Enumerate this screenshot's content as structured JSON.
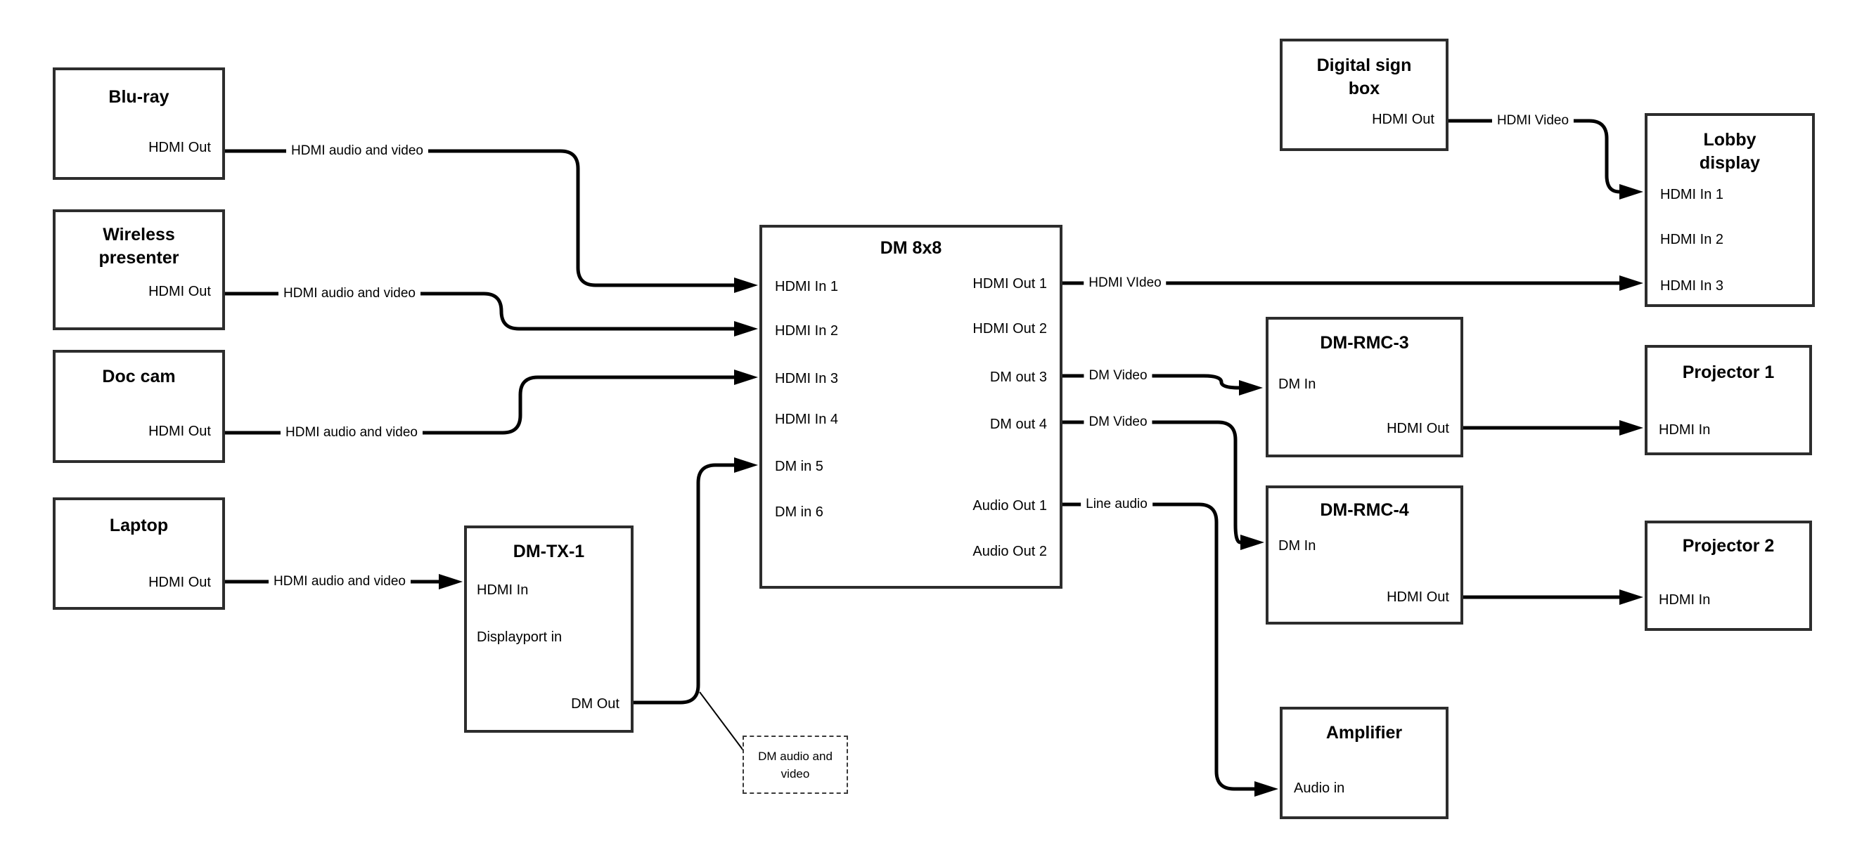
{
  "diagram": {
    "colors": {
      "line": "#000000",
      "box_border": "#2d2d2d",
      "background": "#ffffff"
    },
    "nodes": {
      "bluray": {
        "title": "Blu-ray",
        "ports": {
          "hdmi_out": "HDMI Out"
        }
      },
      "wireless": {
        "title": "Wireless\npresenter",
        "ports": {
          "hdmi_out": "HDMI Out"
        }
      },
      "doccam": {
        "title": "Doc cam",
        "ports": {
          "hdmi_out": "HDMI Out"
        }
      },
      "laptop": {
        "title": "Laptop",
        "ports": {
          "hdmi_out": "HDMI Out"
        }
      },
      "dmtx1": {
        "title": "DM-TX-1",
        "ports": {
          "hdmi_in": "HDMI In",
          "displayport_in": "Displayport in",
          "dm_out": "DM Out"
        }
      },
      "dm8x8": {
        "title": "DM 8x8",
        "ports": {
          "hdmi_in_1": "HDMI In 1",
          "hdmi_in_2": "HDMI In 2",
          "hdmi_in_3": "HDMI In 3",
          "hdmi_in_4": "HDMI In 4",
          "dm_in_5": "DM in 5",
          "dm_in_6": "DM in 6",
          "hdmi_out_1": "HDMI Out 1",
          "hdmi_out_2": "HDMI Out 2",
          "dm_out_3": "DM out 3",
          "dm_out_4": "DM out 4",
          "audio_out_1": "Audio Out 1",
          "audio_out_2": "Audio Out 2"
        }
      },
      "digitalsign": {
        "title": "Digital sign\nbox",
        "ports": {
          "hdmi_out": "HDMI Out"
        }
      },
      "lobby": {
        "title": "Lobby\ndisplay",
        "ports": {
          "hdmi_in_1": "HDMI In 1",
          "hdmi_in_2": "HDMI In 2",
          "hdmi_in_3": "HDMI In 3"
        }
      },
      "rmc3": {
        "title": "DM-RMC-3",
        "ports": {
          "dm_in": "DM In",
          "hdmi_out": "HDMI Out"
        }
      },
      "rmc4": {
        "title": "DM-RMC-4",
        "ports": {
          "dm_in": "DM In",
          "hdmi_out": "HDMI Out"
        }
      },
      "amplifier": {
        "title": "Amplifier",
        "ports": {
          "audio_in": "Audio in"
        }
      },
      "projector1": {
        "title": "Projector 1",
        "ports": {
          "hdmi_in": "HDMI In"
        }
      },
      "projector2": {
        "title": "Projector 2",
        "ports": {
          "hdmi_in": "HDMI In"
        }
      }
    },
    "connections": [
      {
        "id": "bluray-dm8x8-in1",
        "label": "HDMI audio and video"
      },
      {
        "id": "wireless-dm8x8-in2",
        "label": "HDMI audio and video"
      },
      {
        "id": "doccam-dm8x8-in3",
        "label": "HDMI audio and video"
      },
      {
        "id": "laptop-dmtx1",
        "label": "HDMI audio and video"
      },
      {
        "id": "dm8x8-out1-lobby-in3",
        "label": "HDMI VIdeo"
      },
      {
        "id": "dm8x8-out3-rmc3",
        "label": "DM Video"
      },
      {
        "id": "dm8x8-out4-rmc4",
        "label": "DM Video"
      },
      {
        "id": "dm8x8-audio1-amp",
        "label": "Line audio"
      },
      {
        "id": "digitalsign-lobby-in1",
        "label": "HDMI Video"
      }
    ],
    "annotation": {
      "text": "DM audio and\nvideo"
    }
  }
}
